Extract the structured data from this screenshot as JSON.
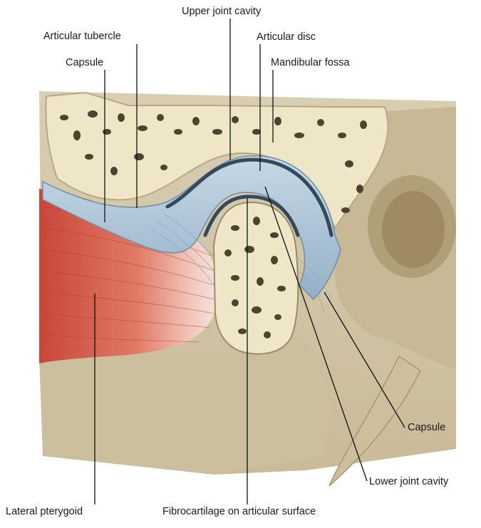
{
  "labels": {
    "upper_joint_cavity": "Upper joint cavity",
    "articular_tubercle": "Articular tubercle",
    "articular_disc": "Articular disc",
    "capsule_left": "Capsule",
    "mandibular_fossa": "Mandibular fossa",
    "capsule_right": "Capsule",
    "lower_joint_cavity": "Lower joint cavity",
    "lateral_pterygoid": "Lateral pterygoid",
    "fibrocartilage": "Fibrocartilage on articular surface"
  },
  "colors": {
    "bone": "#d8cdb0",
    "bone_dark": "#b9ab86",
    "cancellous": "#efe6c8",
    "marrow": "#4e4330",
    "disc": "#a9c2d6",
    "cavity": "#34495a",
    "muscle": "#d9604d",
    "leader": "#111111"
  }
}
